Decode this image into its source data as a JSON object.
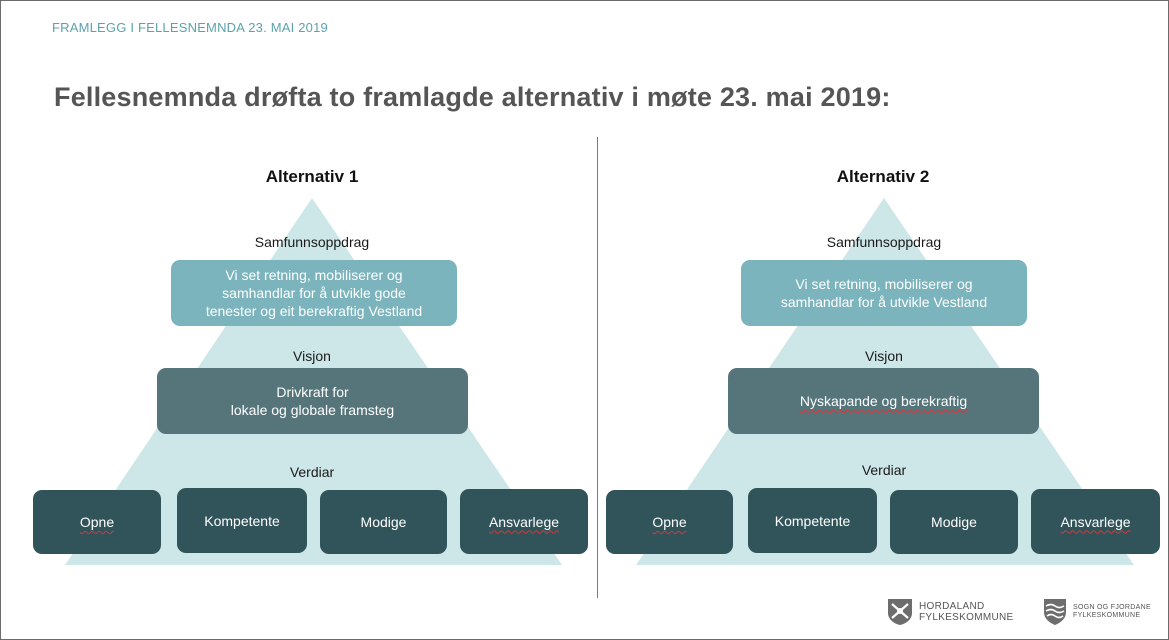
{
  "header": {
    "eyebrow": "FRAMLEGG I FELLESNEMNDA 23. MAI 2019",
    "title": "Fellesnemnda drøfta to framlagde alternativ i møte 23. mai 2019:"
  },
  "colors": {
    "pyramid_bg": "#cde6e8",
    "mission_box": "#7bb4bd",
    "vision_box": "#55757b",
    "value_box": "#31535a",
    "eyebrow": "#5aa3ad"
  },
  "alternatives": [
    {
      "title": "Alternativ 1",
      "mission_label": "Samfunnsoppdrag",
      "mission_text": "Vi set retning, mobiliserer og\nsamhandlar for å utvikle gode\ntenester og eit berekraftig Vestland",
      "vision_label": "Visjon",
      "vision_text": "Drivkraft for\nlokale og globale framsteg",
      "values_label": "Verdiar",
      "values": [
        "Opne",
        "Kompetente",
        "Modige",
        "Ansvarlege"
      ]
    },
    {
      "title": "Alternativ 2",
      "mission_label": "Samfunnsoppdrag",
      "mission_text": "Vi set retning, mobiliserer og\nsamhandlar for å utvikle Vestland",
      "vision_label": "Visjon",
      "vision_text": "Nyskapande og berekraftig",
      "values_label": "Verdiar",
      "values": [
        "Opne",
        "Kompetente",
        "Modige",
        "Ansvarlege"
      ]
    }
  ],
  "logos": {
    "hordaland": {
      "line1": "HORDALAND",
      "line2": "FYLKESKOMMUNE",
      "icon": "crest-icon"
    },
    "sogn": {
      "line1": "SOGN OG FJORDANE",
      "line2": "FYLKESKOMMUNE",
      "icon": "wave-shield-icon"
    }
  }
}
